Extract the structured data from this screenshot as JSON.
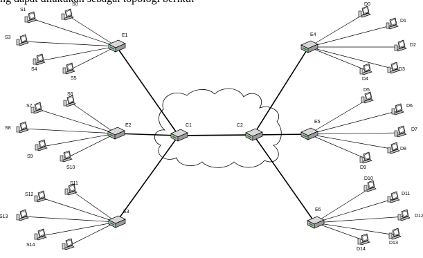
{
  "header": {
    "text": "ng dapat dilakukan sebagai topologi berikut"
  },
  "colors": {
    "router_body": "#b8b8b8",
    "router_top": "#d8d8d8",
    "router_led": "#1a8a2a",
    "pc_screen": "#ffffff",
    "line": "#000000"
  },
  "routers": {
    "C1": {
      "label": "C1"
    },
    "C2": {
      "label": "C2"
    },
    "E1": {
      "label": "E1"
    },
    "E2": {
      "label": "E2"
    },
    "E3": {
      "label": "E3"
    },
    "E4": {
      "label": "E4"
    },
    "E5": {
      "label": "E5"
    },
    "E6": {
      "label": "E6"
    }
  },
  "groups": [
    {
      "router": "E1",
      "hosts": [
        "S0",
        "S1",
        "S3",
        "S4",
        "S5"
      ]
    },
    {
      "router": "E2",
      "hosts": [
        "S6",
        "S7",
        "S8",
        "S9",
        "S10"
      ]
    },
    {
      "router": "E3",
      "hosts": [
        "S11",
        "S12",
        "S13",
        "S14",
        ""
      ]
    },
    {
      "router": "E4",
      "hosts": [
        "D0",
        "D1",
        "D2",
        "D3",
        "D4"
      ]
    },
    {
      "router": "E5",
      "hosts": [
        "D5",
        "D6",
        "D7",
        "D8",
        "D9"
      ]
    },
    {
      "router": "E6",
      "hosts": [
        "D10",
        "D11",
        "D12",
        "D13",
        "D14"
      ]
    }
  ],
  "links": [
    [
      "E1",
      "C1"
    ],
    [
      "E2",
      "C1"
    ],
    [
      "E3",
      "C1"
    ],
    [
      "C1",
      "C2"
    ],
    [
      "C2",
      "E4"
    ],
    [
      "C2",
      "E5"
    ],
    [
      "C2",
      "E6"
    ]
  ]
}
